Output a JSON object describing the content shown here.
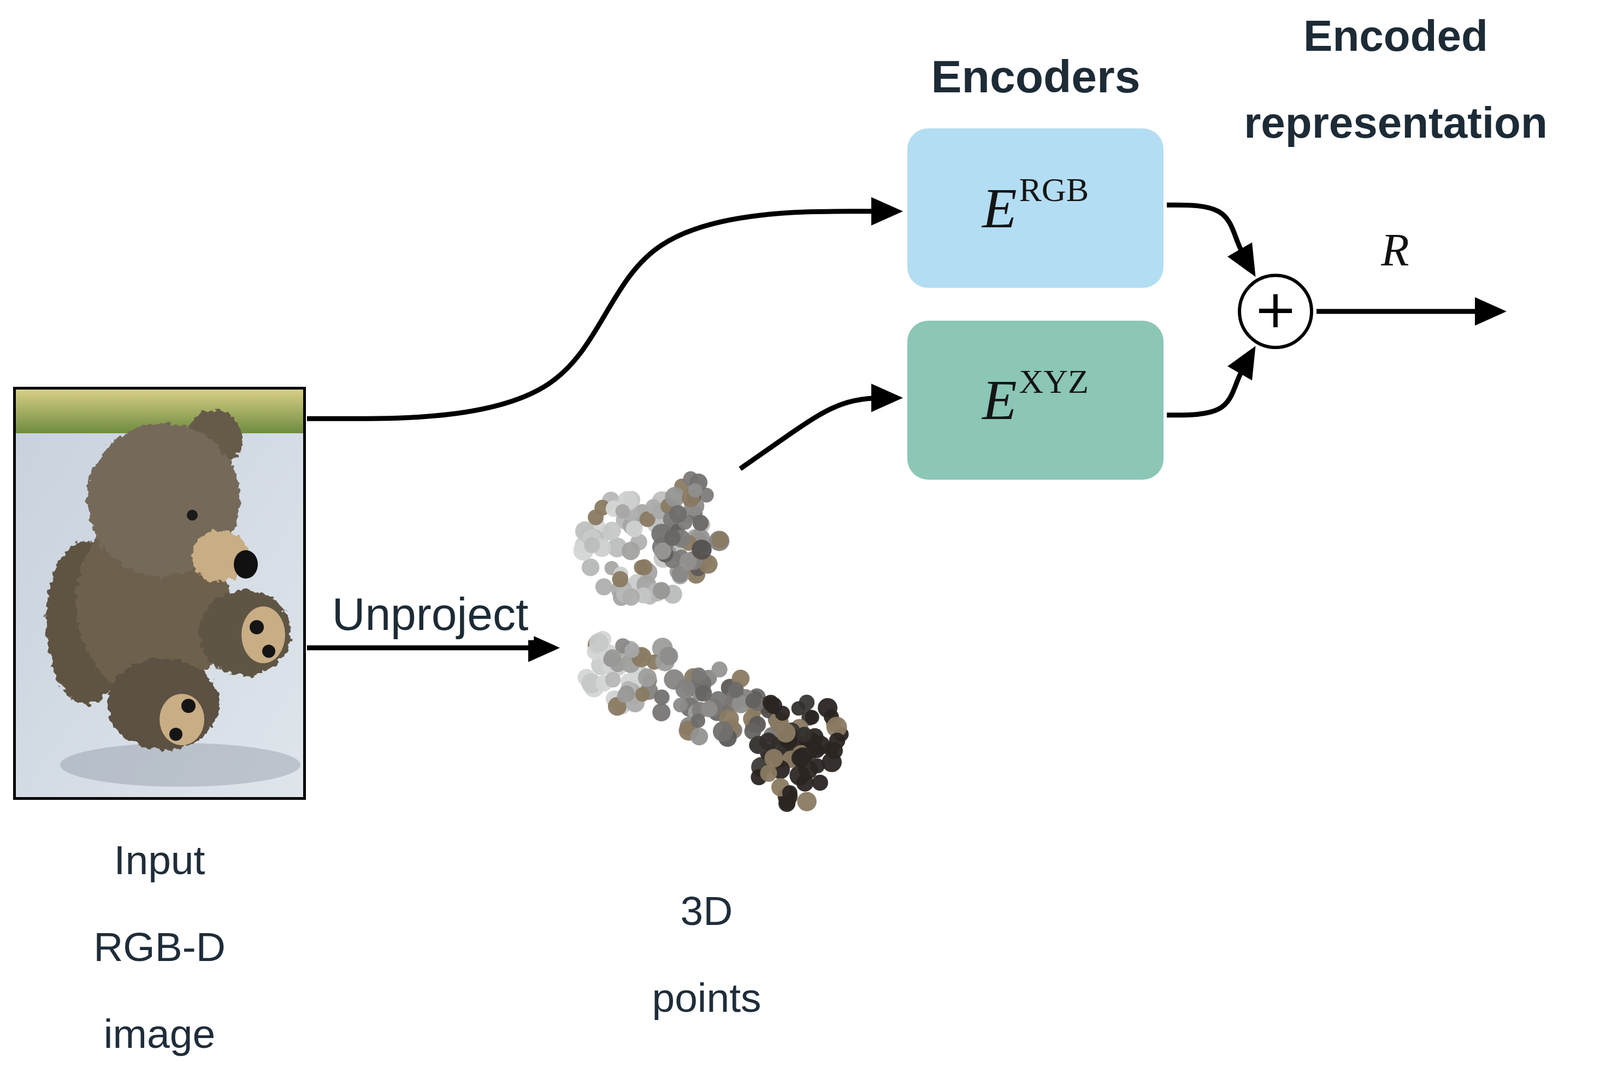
{
  "diagram": {
    "nodes": [
      {
        "text": [
          "Input RGB-D image"
        ]
      },
      {
        "text": [
          "3D points"
        ]
      },
      {
        "text": [
          "E",
          "RGB"
        ]
      },
      {
        "text": [
          "E",
          "XYZ"
        ]
      },
      {
        "text": [
          "+"
        ]
      }
    ],
    "edges": [
      {
        "from": 0,
        "to": 2,
        "arrow": "to"
      },
      {
        "from": 0,
        "to": 1,
        "label": "Unproject",
        "arrow": "to"
      },
      {
        "from": 1,
        "to": 3,
        "arrow": "to"
      },
      {
        "from": 2,
        "to": 4,
        "arrow": "to"
      },
      {
        "from": 3,
        "to": 4,
        "arrow": "to"
      }
    ],
    "labels": [
      "Encoders",
      "Encoded representation",
      "R"
    ]
  }
}
